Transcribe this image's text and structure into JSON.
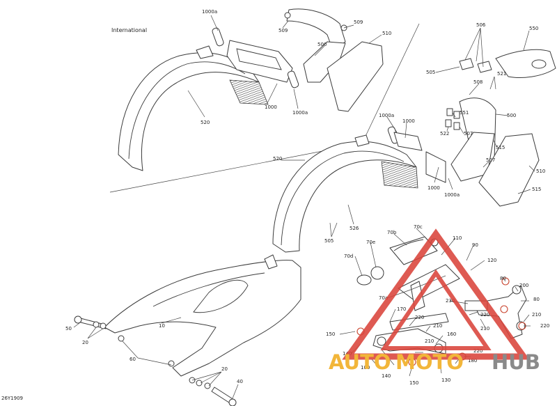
{
  "diagram": {
    "region_note": "International",
    "figure_code": "26Y1909",
    "watermark": {
      "part1": "AUTO",
      "part2": "MOTO",
      "part3": "HUB",
      "accent": "#d9433a",
      "gold": "#f2b63a",
      "gray": "#8a8a8a"
    },
    "callouts": {
      "c_1000a_top": "1000a",
      "c_509_a": "509",
      "c_509_b": "509",
      "c_500_a": "500",
      "c_510_a": "510",
      "c_506": "506",
      "c_550": "550",
      "c_505_r": "505",
      "c_521": "521",
      "c_508": "508",
      "c_551": "551",
      "c_522": "522",
      "c_507_a": "507",
      "c_500_b": "500",
      "c_515_a": "515",
      "c_507_b": "507",
      "c_510_b": "510",
      "c_515_b": "515",
      "c_1000_a": "1000",
      "c_1000a_b": "1000a",
      "c_520_a": "520",
      "c_1000a_c": "1000a",
      "c_1000_b": "1000",
      "c_520_b": "520",
      "c_1000_c": "1000",
      "c_1000a_d": "1000a",
      "c_505_m": "505",
      "c_526": "526",
      "c_70c": "70c",
      "c_70b": "70b",
      "c_70e": "70e",
      "c_110": "110",
      "c_90": "90",
      "c_70d": "70d",
      "c_120": "120",
      "c_80_a": "80",
      "c_200": "200",
      "c_80_b": "80",
      "c_70a": "70a",
      "c_230": "230",
      "c_170": "170",
      "c_220_a": "220",
      "c_220_b": "220",
      "c_210_a": "210",
      "c_220_c": "220",
      "c_150_a": "150",
      "c_210_b": "210",
      "c_210_c": "210",
      "c_160": "160",
      "c_210_d": "210",
      "c_140_a": "140",
      "c_100": "100",
      "c_220_d": "220",
      "c_180": "180",
      "c_140_b": "140",
      "c_150_b": "150",
      "c_130": "130",
      "c_10": "10",
      "c_50": "50",
      "c_20_a": "20",
      "c_60": "60",
      "c_20_b": "20",
      "c_40": "40"
    }
  }
}
